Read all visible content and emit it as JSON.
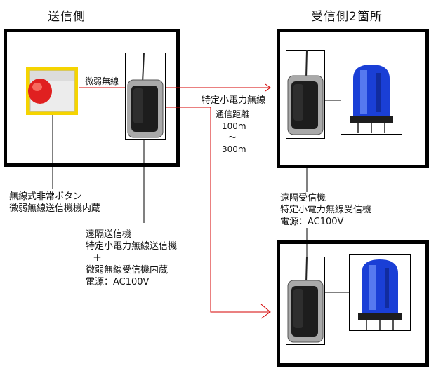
{
  "headings": {
    "sender": "送信側",
    "receiver": "受信側2箇所"
  },
  "labels": {
    "weak_radio": "微弱無線",
    "specified_low_power": "特定小電力無線",
    "comm_distance": "通信距離",
    "distance_min": "100m",
    "distance_tilde": "～",
    "distance_max": "300m",
    "button_desc_line1": "無線式非常ボタン",
    "button_desc_line2": "微弱無線送信機機内蔵",
    "remote_tx_line1": "遠隔送信機",
    "remote_tx_line2": "特定小電力無線送信機",
    "remote_tx_line3": "＋",
    "remote_tx_line4": "微弱無線受信機内蔵",
    "remote_tx_line5": "電源：AC100V",
    "remote_rx_line1": "遠隔受信機",
    "remote_rx_line2": "特定小電力無線受信機",
    "remote_rx_line3": "電源：AC100V"
  },
  "colors": {
    "signal_line": "#d40000",
    "button_body": "#f5d400",
    "button_red": "#e02020",
    "lamp_blue": "#1a3fd6"
  },
  "icons": [
    "emergency-button-icon",
    "transmitter-unit-icon",
    "receiver-unit-icon",
    "rotating-warning-light-icon"
  ]
}
